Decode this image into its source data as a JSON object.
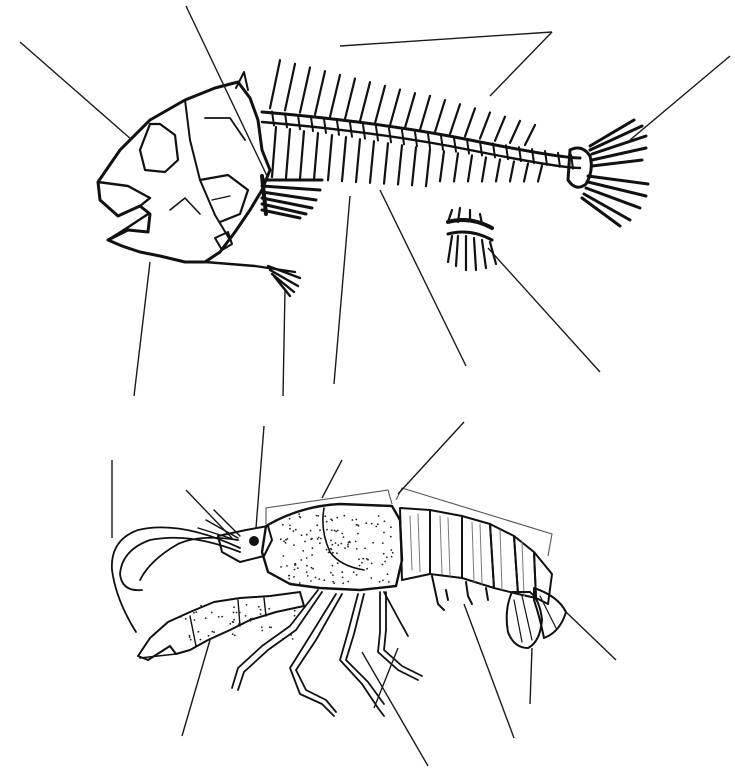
{
  "figures": [
    {
      "id": "fish-skeleton",
      "leader_count": 10,
      "labels": []
    },
    {
      "id": "crayfish",
      "leader_count": 11,
      "labels": []
    }
  ],
  "colors": {
    "ink": "#111111",
    "background": "#ffffff"
  }
}
